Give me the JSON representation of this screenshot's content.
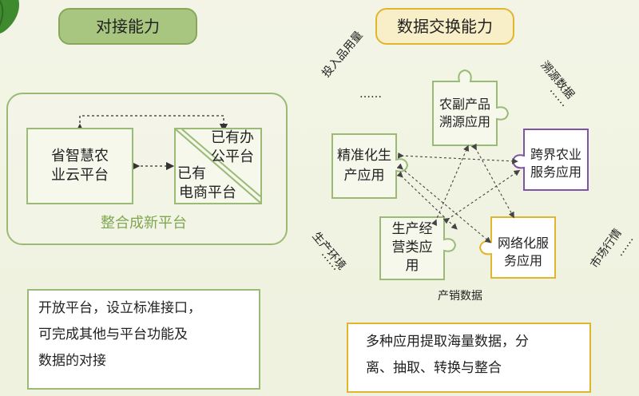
{
  "titles": {
    "left": "对接能力",
    "right": "数据交换能力"
  },
  "left_panel": {
    "box_a_line1": "省智慧农",
    "box_a_line2": "业云平台",
    "box_b_top_line1": "已有办",
    "box_b_top_line2": "公平台",
    "box_b_bottom_line1": "已有",
    "box_b_bottom_line2": "电商平台",
    "integrate_label": "整合成新平台",
    "bottom_line1": "开放平台，设立标准接口，",
    "bottom_line2": "可完成其他与平台功能及",
    "bottom_line3": "数据的对接"
  },
  "right_panel": {
    "pieces": {
      "agri_trace_line1": "农副产品",
      "agri_trace_line2": "溯源应用",
      "precision_line1": "精准化生",
      "precision_line2": "产应用",
      "cross_line1": "跨界农业",
      "cross_line2": "服务应用",
      "operation_line1": "生产经",
      "operation_line2": "营类应",
      "operation_line3": "用",
      "network_line1": "网络化服",
      "network_line2": "务应用"
    },
    "side_labels": {
      "inputs": "投入品用量",
      "trace_data": "溯源数据",
      "environment": "生产环境",
      "market": "市场行情",
      "sales": "产销数据",
      "ellipsis": "……"
    },
    "bottom_line1": "多种应用提取海量数据，分",
    "bottom_line2": "离、抽取、转换与整合"
  },
  "colors": {
    "green": "#9bba78",
    "yellow": "#e2b52f",
    "purple": "#8052a8"
  }
}
